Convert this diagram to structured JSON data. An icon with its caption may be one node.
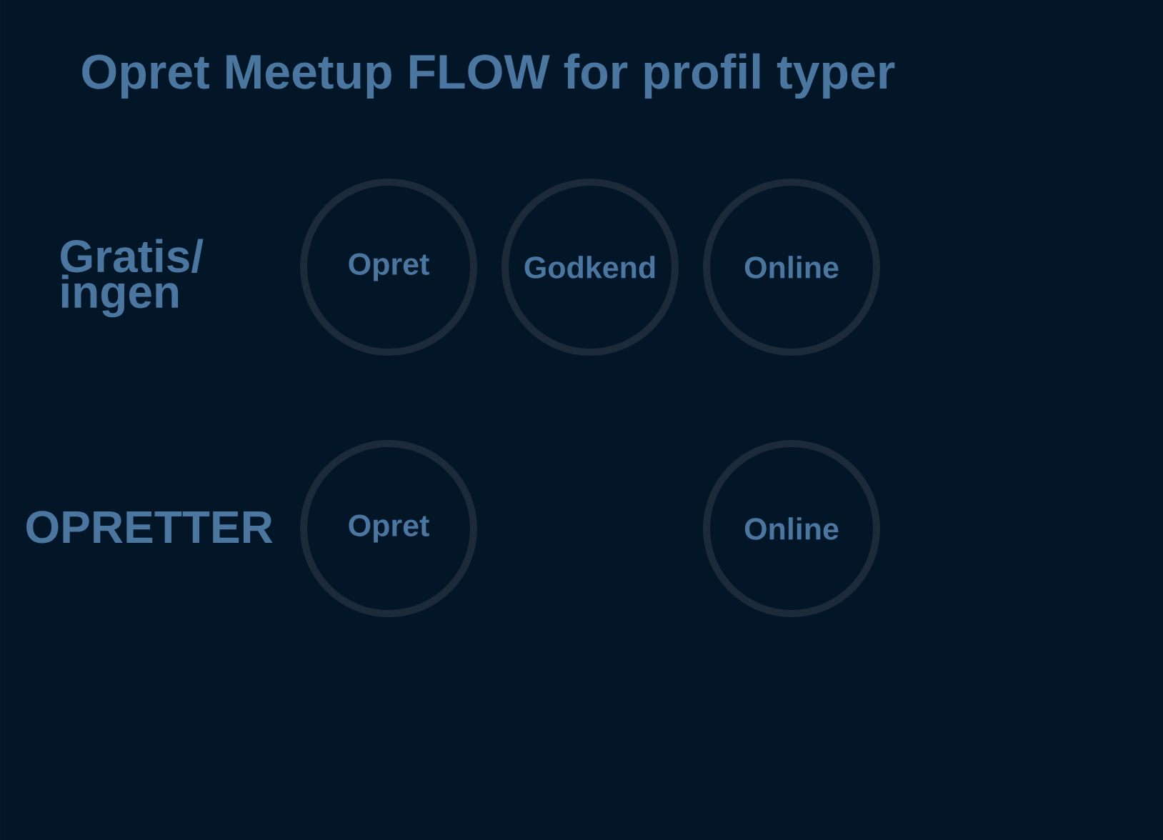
{
  "diagram": {
    "title": "Opret Meetup FLOW for profil typer",
    "nodes": [
      {
        "text": [
          "Opret"
        ]
      },
      {
        "text": [
          "Godkend"
        ]
      },
      {
        "text": [
          "Online"
        ]
      },
      {
        "text": [
          "Opret"
        ]
      },
      {
        "text": [
          "Online"
        ]
      }
    ],
    "labels": [
      "Gratis/ ingen",
      "OPRETTER"
    ]
  }
}
